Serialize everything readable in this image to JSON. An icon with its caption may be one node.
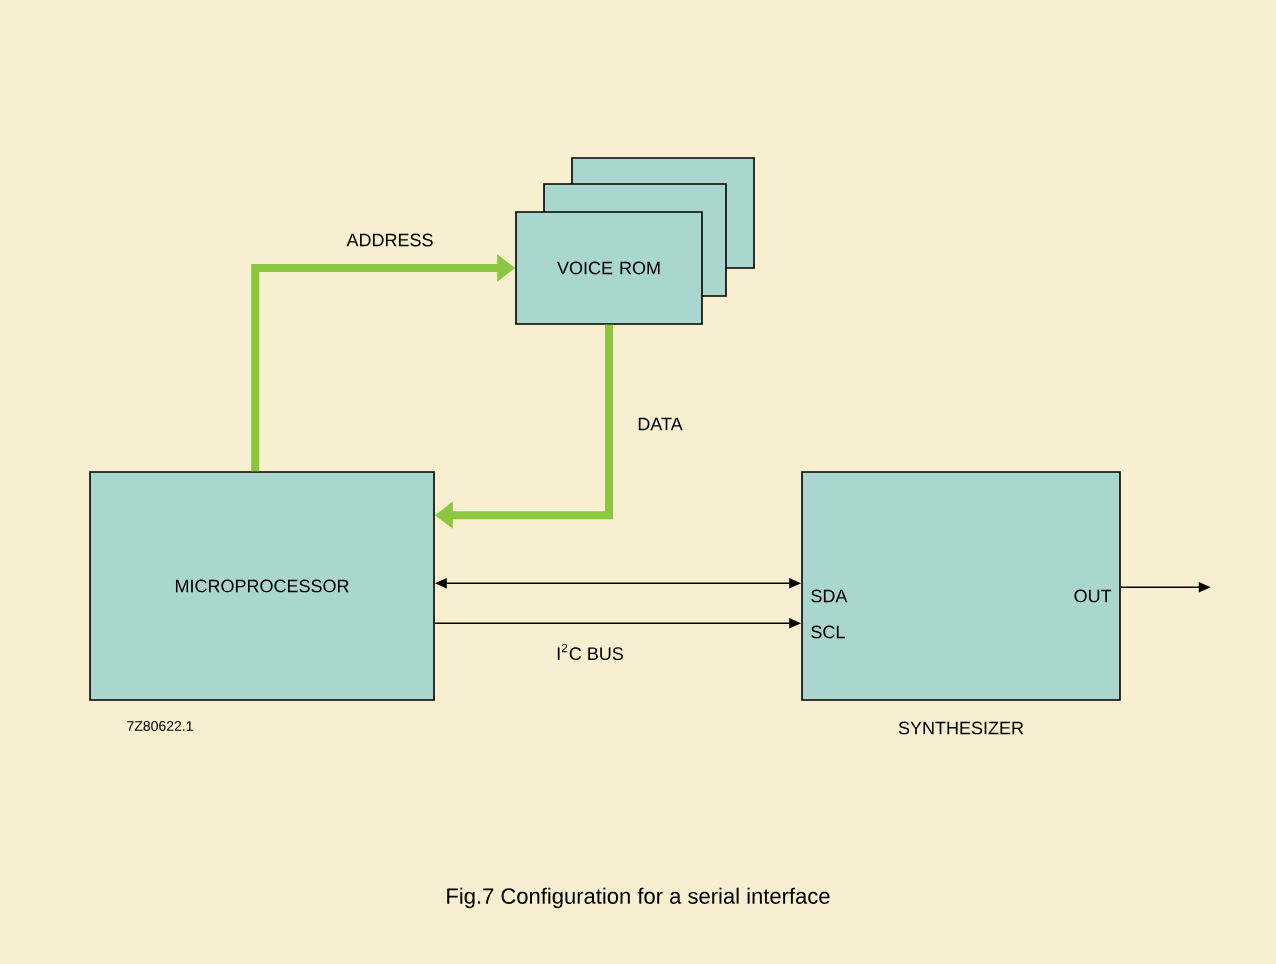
{
  "diagram": {
    "caption": "Fig.7 Configuration for a serial interface",
    "nodes": [
      {
        "text": [
          "VOICE ROM"
        ]
      },
      {
        "text": [
          "MICROPROCESSOR"
        ]
      },
      {
        "text": [
          "SDA",
          "SCL",
          "OUT"
        ],
        "beside": [
          "SYNTHESIZER"
        ]
      }
    ],
    "edges": [
      {
        "from": 1,
        "to": 0,
        "arrow": "to",
        "label": "ADDRESS",
        "style": "thick",
        "color": "#8dc63f"
      },
      {
        "from": 0,
        "to": 1,
        "arrow": "to",
        "label": "DATA",
        "style": "thick",
        "color": "#8dc63f"
      },
      {
        "from": 1,
        "to": 2,
        "arrow": "both"
      },
      {
        "from": 1,
        "to": 2,
        "arrow": "to",
        "label": "I$^{2}$C BUS"
      },
      {
        "from": 2,
        "to": null,
        "arrow": "to"
      }
    ],
    "labels": [
      "7Z80622.1"
    ]
  }
}
